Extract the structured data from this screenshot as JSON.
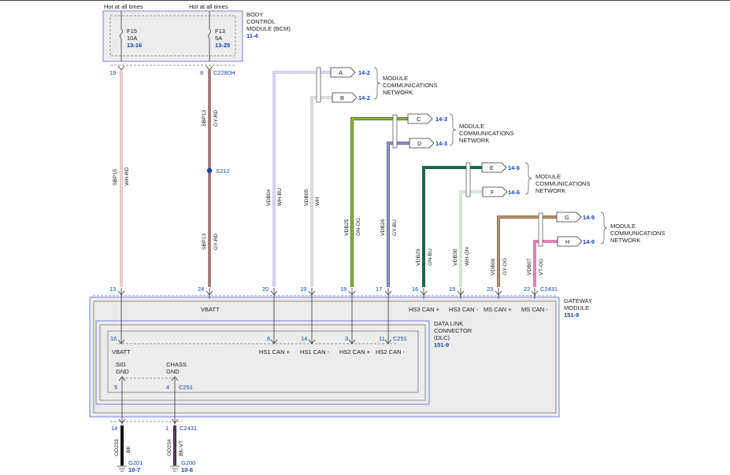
{
  "hot_labels": [
    "Hot at all times",
    "Hot at all times"
  ],
  "bcm": {
    "title_lines": [
      "BODY",
      "CONTROL",
      "MODULE (BCM)"
    ],
    "ref": "11-4",
    "fuses": [
      {
        "id": "F15",
        "rating": "10A",
        "ref": "13-16"
      },
      {
        "id": "F13",
        "rating": "5A",
        "ref": "13-25"
      }
    ]
  },
  "bcm_pins": {
    "p1": "19",
    "p2": "8",
    "connector": "C2280H"
  },
  "splice": "S212",
  "wires": [
    {
      "circuit": "SBP15",
      "color": "WH-RD"
    },
    {
      "circuit": "SBP13",
      "color": "GY-RD"
    },
    {
      "circuit": "SBP13",
      "color": "GY-RD"
    },
    {
      "circuit": "VDB04",
      "color": "WH-BU"
    },
    {
      "circuit": "VDB05",
      "color": "WH"
    },
    {
      "circuit": "VDB25",
      "color": "GN-OG"
    },
    {
      "circuit": "VDB26",
      "color": "GY-BU"
    },
    {
      "circuit": "VDB29",
      "color": "GN-BU"
    },
    {
      "circuit": "VDB30",
      "color": "WH-GN"
    },
    {
      "circuit": "VDB06",
      "color": "GY-OG"
    },
    {
      "circuit": "VDB07",
      "color": "VT-OG"
    }
  ],
  "offpage": [
    {
      "letter": "A",
      "ref": "14-2"
    },
    {
      "letter": "B",
      "ref": "14-2"
    },
    {
      "letter": "C",
      "ref": "14-3"
    },
    {
      "letter": "D",
      "ref": "14-3"
    },
    {
      "letter": "E",
      "ref": "14-6"
    },
    {
      "letter": "F",
      "ref": "14-6"
    },
    {
      "letter": "G",
      "ref": "14-9"
    },
    {
      "letter": "H",
      "ref": "14-9"
    }
  ],
  "network_label_lines": [
    "MODULE",
    "COMMUNICATIONS",
    "NETWORK"
  ],
  "gateway": {
    "title_lines": [
      "GATEWAY",
      "MODULE"
    ],
    "ref": "151-9",
    "connector": "C2431",
    "pins": [
      "13",
      "24",
      "20",
      "19",
      "18",
      "17",
      "16",
      "15",
      "23",
      "22"
    ],
    "vbatt": "VBATT",
    "outputs": [
      "HS3 CAN +",
      "HS3 CAN -",
      "MS CAN +",
      "MS CAN -"
    ]
  },
  "dlc": {
    "title_lines": [
      "DATA LINK",
      "CONNECTOR",
      "(DLC)"
    ],
    "ref": "151-9",
    "connector": "C251",
    "pins_top": [
      "16",
      "6",
      "14",
      "3",
      "11"
    ],
    "labels_top": [
      "VBATT",
      "HS1 CAN +",
      "HS1 CAN -",
      "HS2 CAN +",
      "HS2 CAN -"
    ],
    "pins_bottom": [
      "5",
      "4"
    ],
    "sig_gnd": [
      "SIG",
      "GND"
    ],
    "chass_gnd": [
      "CHASS",
      "GND"
    ],
    "connector2": "C251"
  },
  "grounds": {
    "pins": [
      "14",
      "1"
    ],
    "connector": "C2431",
    "wires": [
      {
        "circuit": "GD233",
        "color": "BK"
      },
      {
        "circuit": "GD234",
        "color": "BK-VT"
      }
    ],
    "points": [
      {
        "id": "G201",
        "ref": "10-7"
      },
      {
        "id": "G200",
        "ref": "10-6"
      }
    ]
  },
  "colors": {
    "frame_blue": "#7b7fd8",
    "gray_fill": "#ececec",
    "ref_blue": "#1a3fb0",
    "gn_og": "#4c7a1f",
    "gy_bu": "#6e72a8",
    "gn_bu": "#17684a",
    "gy_og": "#8c7357",
    "vt_og": "#e07fb6",
    "gy_rd": "#8a5a5a"
  }
}
